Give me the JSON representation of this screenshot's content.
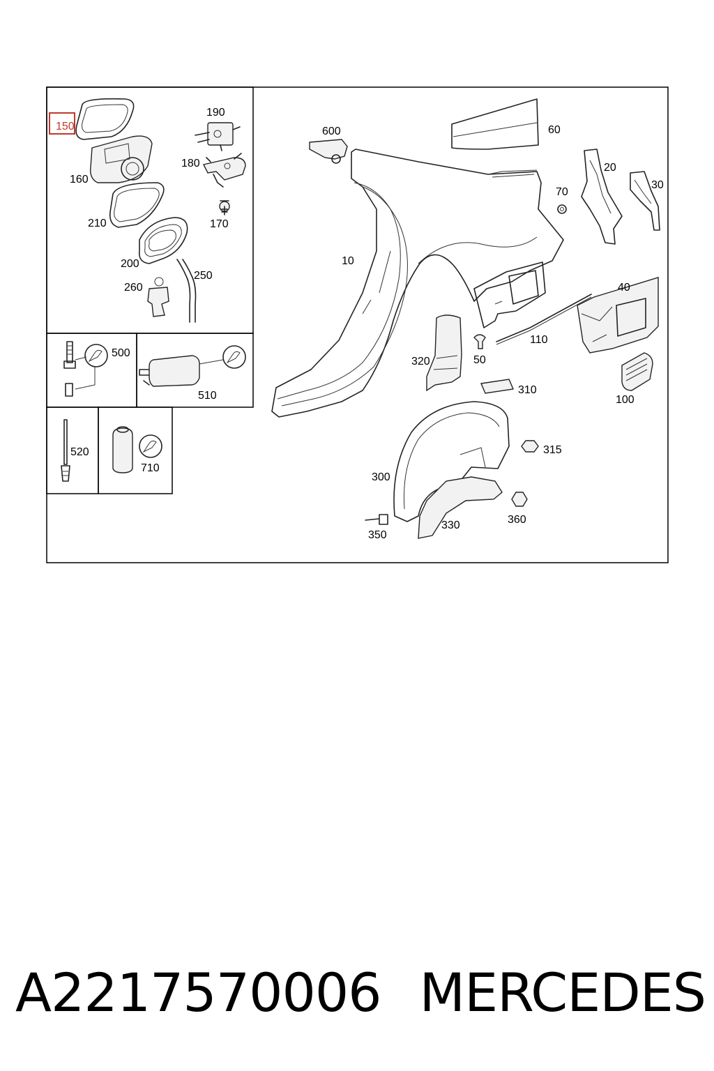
{
  "parts": {
    "p10": "10",
    "p20": "20",
    "p30": "30",
    "p40": "40",
    "p50": "50",
    "p60": "60",
    "p70": "70",
    "p100": "100",
    "p110": "110",
    "p150": "150",
    "p160": "160",
    "p170": "170",
    "p180": "180",
    "p190": "190",
    "p200": "200",
    "p210": "210",
    "p250": "250",
    "p260": "260",
    "p300": "300",
    "p310": "310",
    "p315": "315",
    "p320": "320",
    "p330": "330",
    "p350": "350",
    "p360": "360",
    "p500": "500",
    "p510": "510",
    "p520": "520",
    "p600": "600",
    "p710": "710"
  },
  "highlighted_part": "150",
  "caption": {
    "part_number": "A2217570006",
    "brand": "MERCEDES"
  }
}
